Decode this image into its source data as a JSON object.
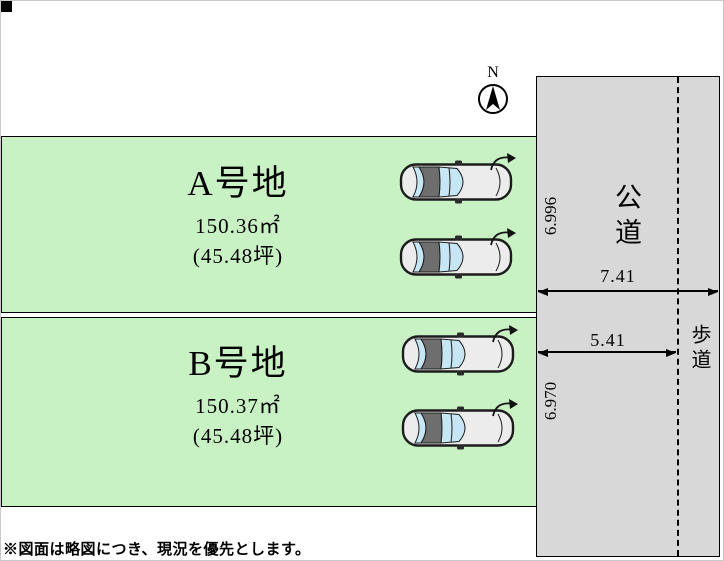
{
  "compass": {
    "label": "N"
  },
  "plots": [
    {
      "name": "A号地",
      "area_m2": "150.36㎡",
      "area_tsubo": "(45.48坪)"
    },
    {
      "name": "B号地",
      "area_m2": "150.37㎡",
      "area_tsubo": "(45.48坪)"
    }
  ],
  "road": {
    "label": "公道",
    "sidewalk_label": "歩道",
    "frontage_a": "6.996",
    "frontage_b": "6.970",
    "total_width": "7.41",
    "road_width": "5.41"
  },
  "footnote": "※図面は略図につき、現況を優先とします。",
  "colors": {
    "plot_fill": "#c9f2c4",
    "road_fill": "#d8d8d8",
    "car_glass": "#c6e6f5",
    "car_roof": "#6e6e6e",
    "line": "#000000"
  }
}
